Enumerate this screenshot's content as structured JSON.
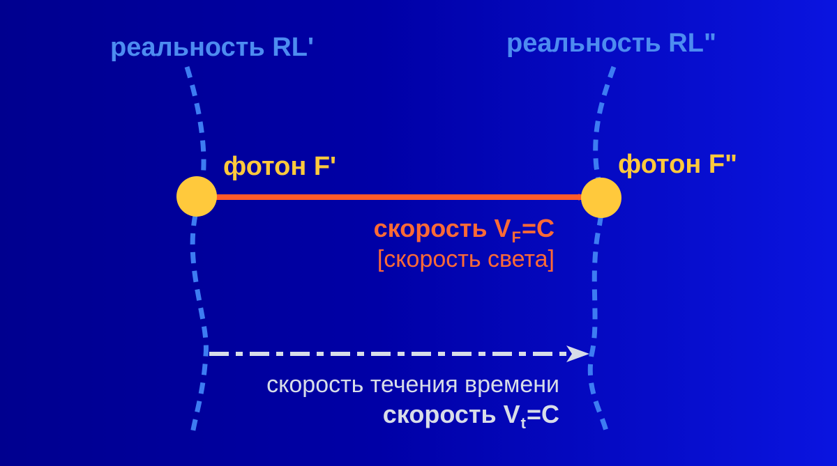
{
  "colors": {
    "reality_line": "#3d7cf2",
    "reality_text": "#4d8cf0",
    "photon": "#ffc93c",
    "photon_arrow": "#ff5a2a",
    "photon_speed_text": "#ff6a35",
    "time_arrow": "#d8dde8",
    "time_text": "#d8dde8"
  },
  "reality_left": {
    "label": "реальность RL'"
  },
  "reality_right": {
    "label": "реальность RL\""
  },
  "photon_left": {
    "label": "фотон F'"
  },
  "photon_right": {
    "label": "фотон F\""
  },
  "photon_speed": {
    "prefix": "скорость V",
    "subscript": "F",
    "suffix": "=C",
    "note": "[скорость света]"
  },
  "time_speed": {
    "caption": "скорость течения времени",
    "prefix": "скорость V",
    "subscript": "t",
    "suffix": "=C"
  }
}
